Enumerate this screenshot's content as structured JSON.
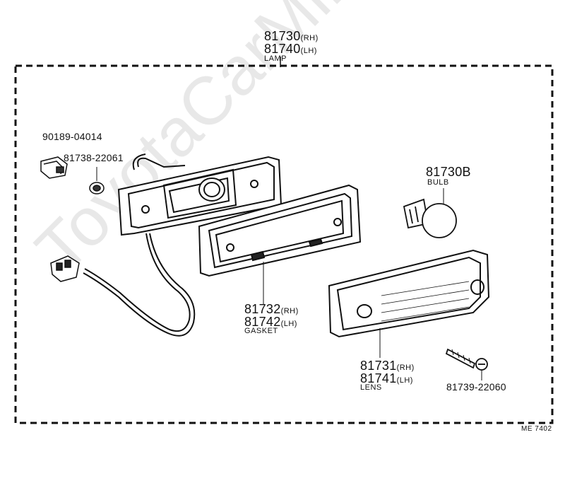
{
  "callouts": {
    "lamp": {
      "rh": "81730",
      "rh_tag": "(RH)",
      "lh": "81740",
      "lh_tag": "(LH)",
      "name": "LAMP"
    },
    "bulb": {
      "num": "81730B",
      "name": "BULB"
    },
    "gasket": {
      "rh": "81732",
      "rh_tag": "(RH)",
      "lh": "81742",
      "lh_tag": "(LH)",
      "name": "GASKET"
    },
    "lens": {
      "rh": "81731",
      "rh_tag": "(RH)",
      "lh": "81741",
      "lh_tag": "(LH)",
      "name": "LENS"
    },
    "clip": {
      "num": "90189-04014"
    },
    "nut": {
      "num": "81738-22061"
    },
    "screw": {
      "num": "81739-22060"
    }
  },
  "footer": {
    "code": "ME 7402"
  },
  "watermark": "ToyotaCarMine.ru"
}
